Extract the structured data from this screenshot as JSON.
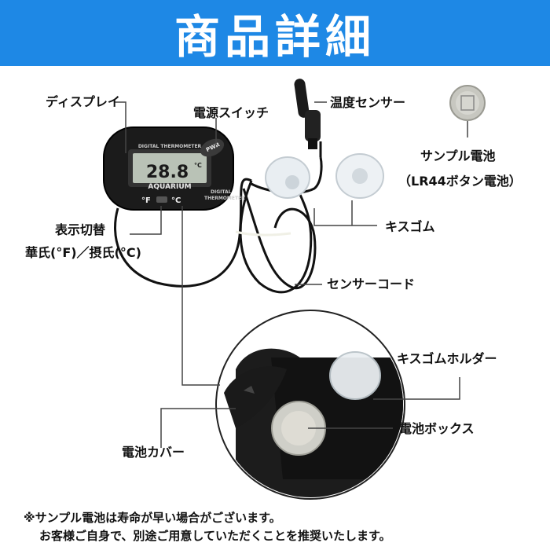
{
  "header": {
    "title": "商品詳細"
  },
  "device": {
    "top_label": "DIGITAL THERMOMETER",
    "lcd_value": "28.8",
    "lcd_unit": "°C",
    "brand": "AQUARIUM",
    "side_label_1": "DIGITAL",
    "side_label_2": "THERMOMETER",
    "left_unit": "°F",
    "right_unit": "°C",
    "pwr_label": "PWR"
  },
  "labels": {
    "display": "ディスプレイ",
    "power_switch": "電源スイッチ",
    "temp_sensor": "温度センサー",
    "sample_battery_1": "サンプル電池",
    "sample_battery_2": "（LR44ボタン電池）",
    "suction_cup": "キスゴム",
    "display_toggle_1": "表示切替",
    "display_toggle_2": "華氏(°F)／摂氏(°C)",
    "sensor_cord": "センサーコード",
    "suction_holder": "キスゴムホルダー",
    "battery_box": "電池ボックス",
    "battery_cover": "電池カバー"
  },
  "notes": {
    "line1": "※サンプル電池は寿命が早い場合がございます。",
    "line2": "お客様ご自身で、別途ご用意していただくことを推奨いたします。"
  },
  "colors": {
    "banner": "#1e88e5",
    "device_body": "#1b1b1b",
    "lcd": "#b9c2b6",
    "callout_line": "#444444"
  }
}
